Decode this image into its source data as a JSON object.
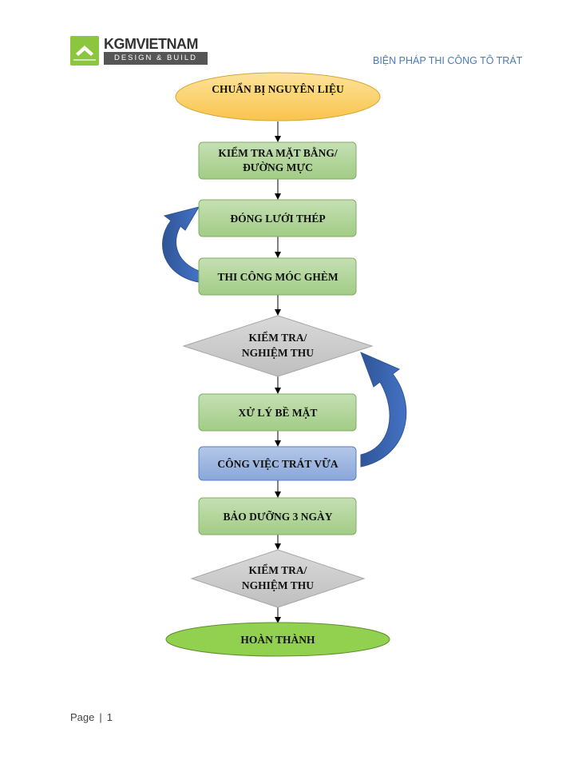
{
  "header": {
    "brand": "KGMVIETNAM",
    "tagline": "DESIGN & BUILD",
    "document_title": "BIỆN PHÁP THI CÔNG TÔ TRÁT"
  },
  "flowchart": {
    "nodes": {
      "start": {
        "lines": [
          "CHUẨN BỊ NGUYÊN LIỆU"
        ]
      },
      "check_site": {
        "lines": [
          "KIỂM TRA MẶT BẰNG/",
          "ĐƯỜNG MỰC"
        ]
      },
      "steel_mesh": {
        "lines": [
          "ĐÓNG LƯỚI THÉP"
        ]
      },
      "hooks": {
        "lines": [
          "THI CÔNG MÓC GHÈM"
        ]
      },
      "inspect_1": {
        "lines": [
          "KIỂM TRA/",
          "NGHIỆM THU"
        ]
      },
      "surface": {
        "lines": [
          "XỬ LÝ BỀ MẶT"
        ]
      },
      "plaster": {
        "lines": [
          "CÔNG VIỆC TRÁT VỮA"
        ]
      },
      "cure": {
        "lines": [
          "BẢO DƯỠNG 3 NGÀY"
        ]
      },
      "inspect_2": {
        "lines": [
          "KIỂM TRA/",
          "NGHIỆM THU"
        ]
      },
      "end": {
        "lines": [
          "HOÀN THÀNH"
        ]
      }
    }
  },
  "footer": {
    "page_label": "Page",
    "page_number": "1"
  },
  "colors": {
    "start_fill": "#fbd36b",
    "step_fill": "#a9d18e",
    "decision_fill": "#c9c9c9",
    "plaster_fill": "#8faadc",
    "end_fill": "#92d050",
    "loop_arrow": "#4472c4"
  }
}
